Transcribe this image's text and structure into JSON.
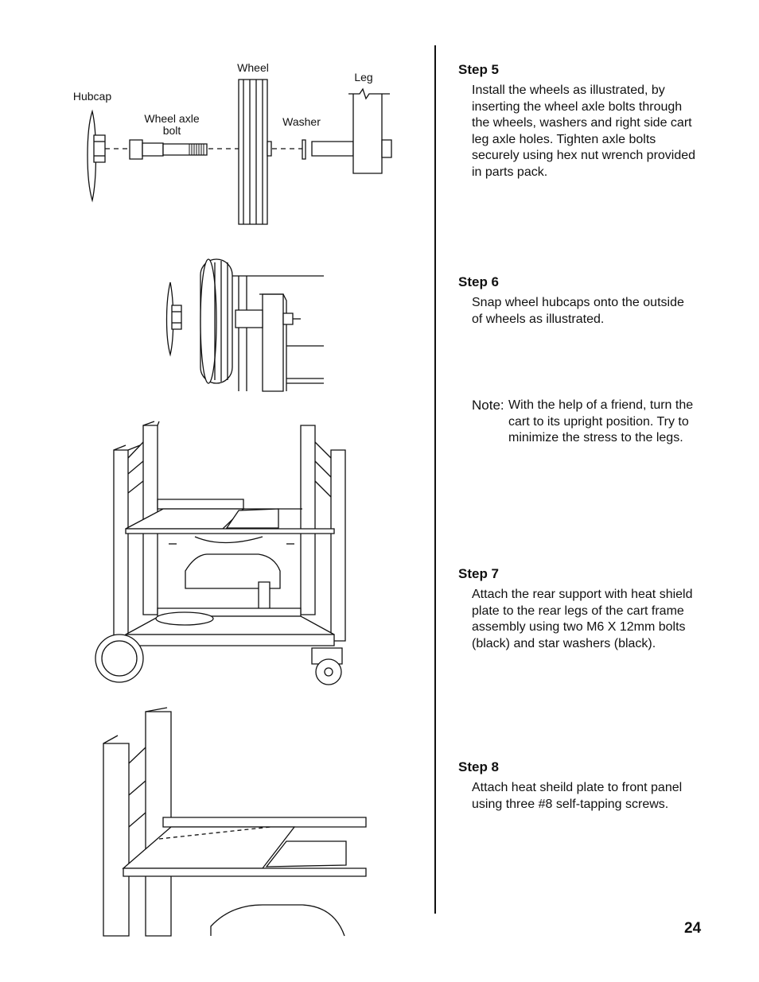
{
  "diagram_labels": {
    "hubcap": "Hubcap",
    "wheel_axle_bolt": "Wheel axle bolt",
    "wheel": "Wheel",
    "washer": "Washer",
    "leg": "Leg"
  },
  "steps": [
    {
      "title": "Step 5",
      "text": "Install the wheels as illustrated, by inserting the wheel axle bolts through the wheels, washers and right side cart leg axle holes. Tighten axle bolts securely using hex nut wrench provided in parts pack."
    },
    {
      "title": "Step 6",
      "text": "Snap wheel hubcaps onto the outside of wheels as illustrated."
    },
    {
      "title": "Step 7",
      "text": "Attach the rear support with heat shield plate to the rear legs of the cart frame assembly using two M6 X 12mm bolts (black) and star washers (black)."
    },
    {
      "title": "Step 8",
      "text": "Attach heat sheild plate to front panel using three #8 self-tapping screws."
    }
  ],
  "note": {
    "label": "Note:",
    "text": "With the help of a friend, turn the cart to its upright position. Try to minimize the stress to the legs."
  },
  "page_number": "24"
}
